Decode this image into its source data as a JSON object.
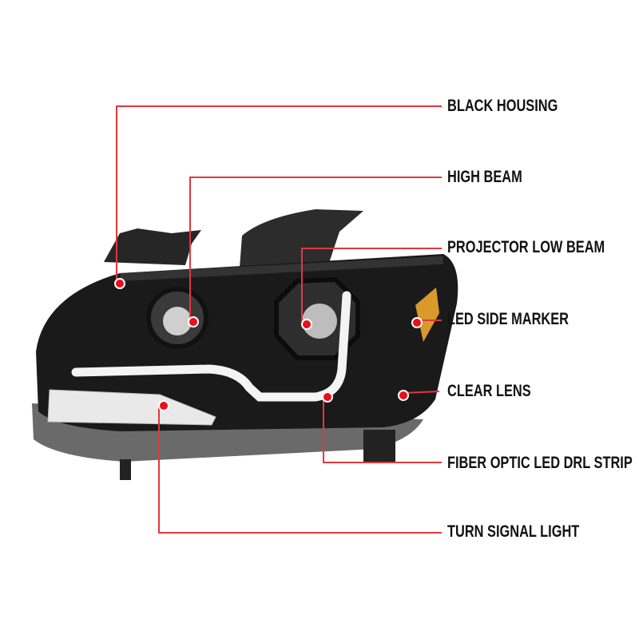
{
  "callouts": [
    {
      "id": "black-housing",
      "label": "BLACK HOUSING"
    },
    {
      "id": "high-beam",
      "label": "HIGH BEAM"
    },
    {
      "id": "projector-low-beam",
      "label": "PROJECTOR LOW BEAM"
    },
    {
      "id": "led-side-marker",
      "label": "LED SIDE MARKER"
    },
    {
      "id": "clear-lens",
      "label": "CLEAR LENS"
    },
    {
      "id": "fiber-optic-led-drl-strip",
      "label": "FIBER OPTIC LED DRL STRIP"
    },
    {
      "id": "turn-signal-light",
      "label": "TURN SIGNAL LIGHT"
    }
  ],
  "colors": {
    "leader": "#e0383f",
    "dot": "#e8101b",
    "housing": "#1a1a1a",
    "amber": "#d99a2c"
  }
}
